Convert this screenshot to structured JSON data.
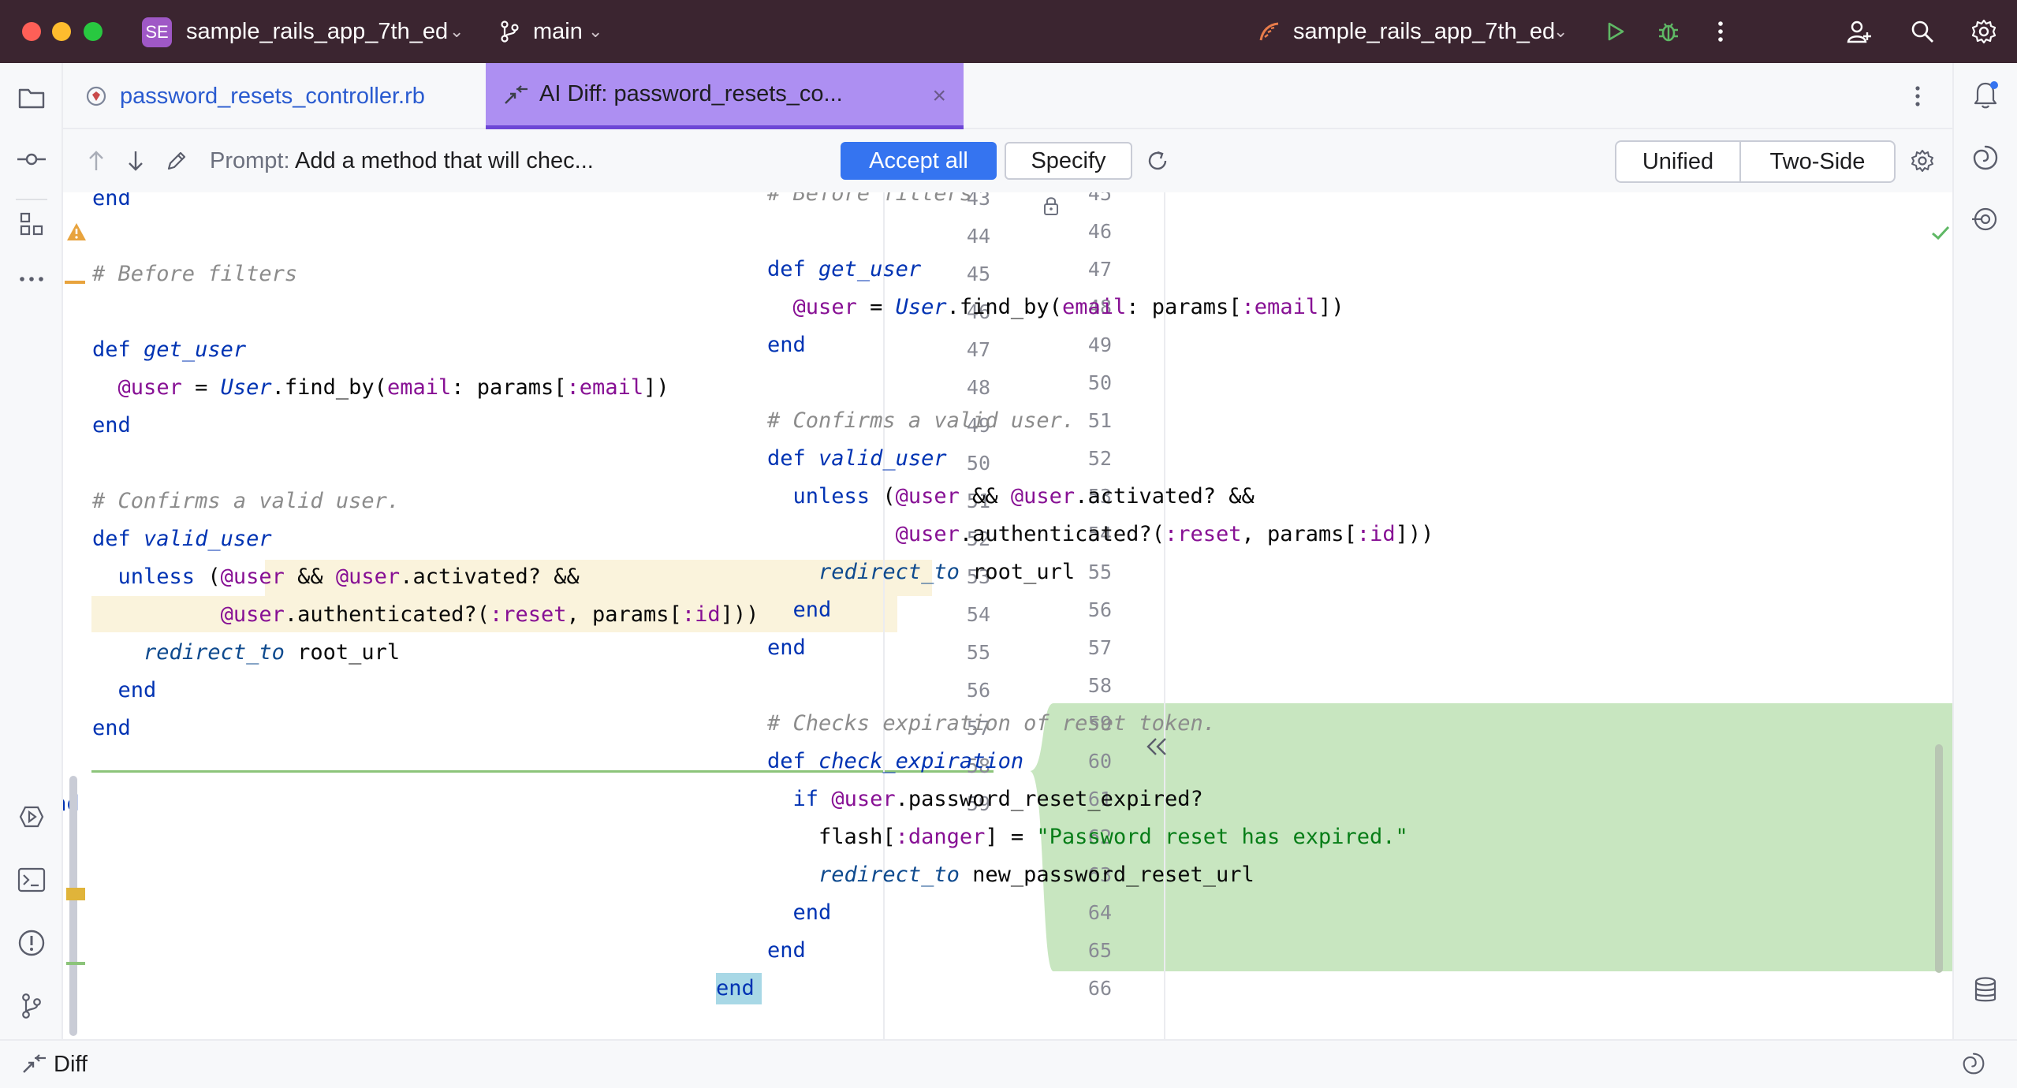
{
  "titlebar": {
    "project_badge": "SE",
    "project_name": "sample_rails_app_7th_ed",
    "branch": "main",
    "run_config": "sample_rails_app_7th_ed",
    "icons": [
      "chevron-down-icon",
      "git-branch-icon",
      "rails-icon",
      "run-icon",
      "debug-icon",
      "more-vertical-icon",
      "add-user-icon",
      "search-icon",
      "settings-icon"
    ]
  },
  "tabs": [
    {
      "label": "password_resets_controller.rb",
      "icon": "ruby-file-icon",
      "active": false
    },
    {
      "label": "AI Diff: password_resets_co...",
      "icon": "diff-icon",
      "active": true,
      "close": "×"
    }
  ],
  "toolbar": {
    "prompt_label": "Prompt:",
    "prompt_value": "Add a method that will chec...",
    "accept_all": "Accept all",
    "specify": "Specify",
    "view_modes": [
      "Unified",
      "Two-Side"
    ]
  },
  "left_pane": {
    "lines": [
      {
        "n": 43,
        "tokens": [
          [
            "kw",
            "    end"
          ]
        ]
      },
      {
        "n": 44,
        "tokens": []
      },
      {
        "n": 45,
        "tokens": [
          [
            "cm",
            "    # Before filters"
          ]
        ]
      },
      {
        "n": 46,
        "tokens": []
      },
      {
        "n": 47,
        "tokens": [
          [
            "kw",
            "    def "
          ],
          [
            "fn",
            "get_user"
          ]
        ]
      },
      {
        "n": 48,
        "tokens": [
          [
            "pl",
            "      "
          ],
          [
            "iv",
            "@user"
          ],
          [
            "pl",
            " = "
          ],
          [
            "cn",
            "User"
          ],
          [
            "pl",
            ".find_by("
          ],
          [
            "sym",
            "email"
          ],
          [
            "pl",
            ": params["
          ],
          [
            "sym",
            ":email"
          ],
          [
            "pl",
            "])"
          ]
        ]
      },
      {
        "n": 49,
        "tokens": [
          [
            "kw",
            "    end"
          ]
        ]
      },
      {
        "n": 50,
        "tokens": []
      },
      {
        "n": 51,
        "tokens": [
          [
            "cm",
            "    # Confirms a valid user."
          ]
        ]
      },
      {
        "n": 52,
        "tokens": [
          [
            "kw",
            "    def "
          ],
          [
            "fn",
            "valid_user"
          ]
        ]
      },
      {
        "n": 53,
        "tokens": [
          [
            "kw",
            "      unless "
          ],
          [
            "pl",
            "("
          ],
          [
            "iv",
            "@user"
          ],
          [
            "pl",
            " && "
          ],
          [
            "iv",
            "@user"
          ],
          [
            "pl",
            ".activated? &&"
          ]
        ]
      },
      {
        "n": 54,
        "tokens": [
          [
            "pl",
            "              "
          ],
          [
            "iv",
            "@user"
          ],
          [
            "pl",
            ".authenticated?("
          ],
          [
            "sym",
            ":reset"
          ],
          [
            "pl",
            ", params["
          ],
          [
            "sym",
            ":id"
          ],
          [
            "pl",
            "]))"
          ]
        ]
      },
      {
        "n": 55,
        "tokens": [
          [
            "pl",
            "        "
          ],
          [
            "mt",
            "redirect_to"
          ],
          [
            "pl",
            " root_url"
          ]
        ]
      },
      {
        "n": 56,
        "tokens": [
          [
            "kw",
            "      end"
          ]
        ]
      },
      {
        "n": 57,
        "tokens": [
          [
            "kw",
            "    end"
          ]
        ]
      },
      {
        "n": 58,
        "tokens": []
      },
      {
        "n": 59,
        "tokens": [
          [
            "kw",
            "end"
          ]
        ]
      }
    ]
  },
  "right_pane": {
    "lines": [
      {
        "n": 45,
        "tokens": [
          [
            "cm",
            "    # Before filters"
          ]
        ]
      },
      {
        "n": 46,
        "tokens": []
      },
      {
        "n": 47,
        "tokens": [
          [
            "kw",
            "    def "
          ],
          [
            "fn",
            "get_user"
          ]
        ]
      },
      {
        "n": 48,
        "tokens": [
          [
            "pl",
            "      "
          ],
          [
            "iv",
            "@user"
          ],
          [
            "pl",
            " = "
          ],
          [
            "cn",
            "User"
          ],
          [
            "pl",
            ".find_by("
          ],
          [
            "sym",
            "email"
          ],
          [
            "pl",
            ": params["
          ],
          [
            "sym",
            ":email"
          ],
          [
            "pl",
            "])"
          ]
        ]
      },
      {
        "n": 49,
        "tokens": [
          [
            "kw",
            "    end"
          ]
        ]
      },
      {
        "n": 50,
        "tokens": []
      },
      {
        "n": 51,
        "tokens": [
          [
            "cm",
            "    # Confirms a valid user."
          ]
        ]
      },
      {
        "n": 52,
        "tokens": [
          [
            "kw",
            "    def "
          ],
          [
            "fn",
            "valid_user"
          ]
        ]
      },
      {
        "n": 53,
        "tokens": [
          [
            "kw",
            "      unless "
          ],
          [
            "pl",
            "("
          ],
          [
            "iv",
            "@user"
          ],
          [
            "pl",
            " && "
          ],
          [
            "iv",
            "@user"
          ],
          [
            "pl",
            ".activated? &&"
          ]
        ]
      },
      {
        "n": 54,
        "tokens": [
          [
            "pl",
            "              "
          ],
          [
            "iv",
            "@user"
          ],
          [
            "pl",
            ".authenticated?("
          ],
          [
            "sym",
            ":reset"
          ],
          [
            "pl",
            ", params["
          ],
          [
            "sym",
            ":id"
          ],
          [
            "pl",
            "]))"
          ]
        ]
      },
      {
        "n": 55,
        "tokens": [
          [
            "pl",
            "        "
          ],
          [
            "mt",
            "redirect_to"
          ],
          [
            "pl",
            " root_url"
          ]
        ]
      },
      {
        "n": 56,
        "tokens": [
          [
            "kw",
            "      end"
          ]
        ]
      },
      {
        "n": 57,
        "tokens": [
          [
            "kw",
            "    end"
          ]
        ]
      },
      {
        "n": 58,
        "tokens": []
      },
      {
        "n": 59,
        "added": true,
        "tokens": [
          [
            "cm",
            "    # Checks expiration of reset token."
          ]
        ]
      },
      {
        "n": 60,
        "added": true,
        "tokens": [
          [
            "kw",
            "    def "
          ],
          [
            "fn",
            "check_expiration"
          ]
        ]
      },
      {
        "n": 61,
        "added": true,
        "tokens": [
          [
            "kw",
            "      if "
          ],
          [
            "iv",
            "@user"
          ],
          [
            "pl",
            ".password_reset_expired?"
          ]
        ]
      },
      {
        "n": 62,
        "added": true,
        "tokens": [
          [
            "pl",
            "        flash["
          ],
          [
            "sym",
            ":danger"
          ],
          [
            "pl",
            "] = "
          ],
          [
            "str",
            "\"Password reset has expired.\""
          ]
        ]
      },
      {
        "n": 63,
        "added": true,
        "tokens": [
          [
            "pl",
            "        "
          ],
          [
            "mt",
            "redirect_to"
          ],
          [
            "pl",
            " new_password_reset_url"
          ]
        ]
      },
      {
        "n": 64,
        "added": true,
        "tokens": [
          [
            "kw",
            "      end"
          ]
        ]
      },
      {
        "n": 65,
        "added": true,
        "tokens": [
          [
            "kw",
            "    end"
          ]
        ]
      },
      {
        "n": 66,
        "tokens": [
          [
            "kw",
            "end"
          ]
        ]
      }
    ]
  },
  "status_bar": {
    "label": "Diff"
  },
  "colors": {
    "titlebar_bg": "#3b2530",
    "accent": "#3574f0",
    "added_bg": "#c8e6c0",
    "modified_bg": "#faf3dc",
    "tab_active_bg": "#ad8ff2"
  }
}
